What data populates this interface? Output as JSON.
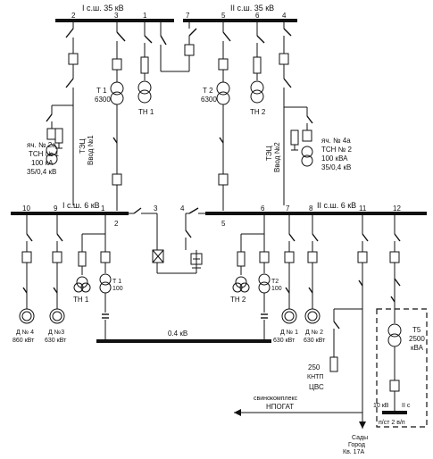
{
  "buses": {
    "hv1": "I с.ш. 35 кВ",
    "hv2": "II с.ш. 35 кВ",
    "mv1": "I с.ш. 6 кВ",
    "mv2": "II с.ш. 6 кВ",
    "lv": "0.4 кВ"
  },
  "cells_hv": [
    "2",
    "3",
    "1",
    "7",
    "5",
    "6",
    "4"
  ],
  "cells_mv": [
    "10",
    "9",
    "1",
    "2",
    "3",
    "4",
    "5",
    "6",
    "7",
    "8",
    "11",
    "12"
  ],
  "transformers": {
    "t1": [
      "Т 1",
      "6300"
    ],
    "t2": [
      "Т 2",
      "6300"
    ],
    "tn1_hv": "ТН 1",
    "tn2_hv": "ТН 2",
    "tn1_mv": "ТН 1",
    "tn2_mv": "ТН 2",
    "t1_mv": [
      "Т 1",
      "100"
    ],
    "t2_mv": [
      "Т2",
      "100"
    ],
    "t5": [
      "Т5",
      "2500",
      "кВА"
    ]
  },
  "tsn_left": [
    "яч. № 2а",
    "ТСН № 1",
    "100 кА",
    "35/0,4 кВ"
  ],
  "tsn_right": [
    "яч. № 4а",
    "ТСН № 2",
    "100 кВА",
    "35/0,4 кВ"
  ],
  "feed_left": [
    "ТЭЦ",
    "Ввод №1"
  ],
  "feed_right": [
    "ТЭЦ",
    "Ввод №2"
  ],
  "motors": {
    "d4": [
      "Д № 4",
      "860 кВт"
    ],
    "d3": [
      "Д №3",
      "630 кВт"
    ],
    "d1": [
      "Д № 1",
      "630 кВт"
    ],
    "d2": [
      "Д № 2",
      "630 кВт"
    ]
  },
  "kntp": [
    "250",
    "КНТП",
    "ЦВС"
  ],
  "svino": [
    "свинокомплекс",
    "НПОГАТ"
  ],
  "sady": [
    "Сады",
    "Город",
    "Кв. 17А"
  ],
  "ps": {
    "kv": "10 кВ",
    "sec": "II с",
    "name": "п/ст 2 в/п"
  }
}
